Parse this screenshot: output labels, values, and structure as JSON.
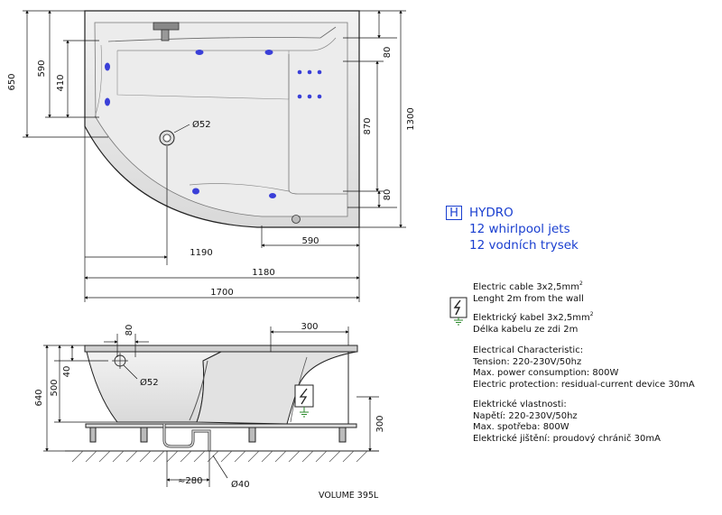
{
  "top_view": {
    "dims": {
      "overall_depth": "650",
      "d590": "590",
      "d410": "410",
      "outlet": "Ø52",
      "d80_top": "80",
      "d870": "870",
      "d1300": "1300",
      "d80_bottom": "80",
      "d590_bottom": "590",
      "d1190": "1190",
      "d1180": "1180",
      "d1700": "1700"
    }
  },
  "side_view": {
    "dims": {
      "d80": "80",
      "d300_top": "300",
      "d40": "40",
      "d500": "500",
      "d640": "640",
      "outlet": "Ø52",
      "d300_right": "300",
      "d280": "≈280",
      "d40_drain": "Ø40"
    }
  },
  "hydro": {
    "badge": "H",
    "title": "HYDRO",
    "jets_en": "12 whirlpool jets",
    "jets_cz": "12 vodních trysek"
  },
  "specs": {
    "cable_en_1": "Electric cable 3x2,5mm",
    "cable_en_sup": "2",
    "cable_en_2": "Lenght 2m from the wall",
    "cable_cz_1": "Elektrický kabel 3x2,5mm",
    "cable_cz_sup": "2",
    "cable_cz_2": "Délka kabelu ze zdi 2m",
    "elec_en_title": "Electrical Characteristic:",
    "elec_en_1": "Tension: 220-230V/50hz",
    "elec_en_2": "Max. power consumption: 800W",
    "elec_en_3": "Electric protection: residual-current device 30mA",
    "elec_cz_title": "Elektrické vlastnosti:",
    "elec_cz_1": "Napětí: 220-230V/50hz",
    "elec_cz_2": "Max. spotřeba: 800W",
    "elec_cz_3": "Elektrické jištění: proudový chránič 30mA"
  },
  "volume": "VOLUME 395L",
  "colors": {
    "accent": "#1a3fd0",
    "jet": "#3a3fd8",
    "tub_fill": "#e6e6e6",
    "line": "#111111"
  }
}
